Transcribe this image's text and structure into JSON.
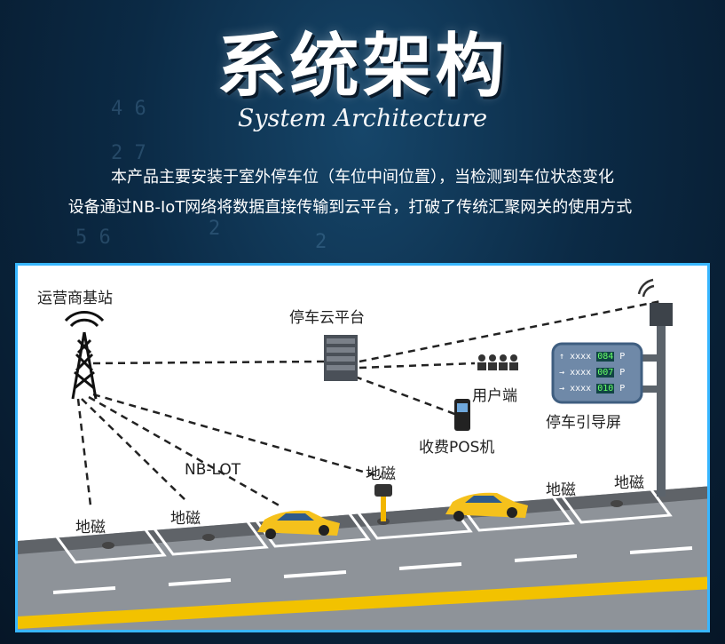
{
  "header": {
    "title": "系统架构",
    "subtitle": "System Architecture",
    "desc_line1": "本产品主要安装于室外停车位（车位中间位置），当检测到车位状态变化",
    "desc_line2": "设备通过NB-IoT网络将数据直接传输到云平台，打破了传统汇聚网关的使用方式"
  },
  "diagram": {
    "base_station": "运营商基站",
    "cloud": "停车云平台",
    "users": "用户端",
    "pos": "收费POS机",
    "guide_screen": "停车引导屏",
    "nbiot": "NB-LOT",
    "sensor_labels": [
      "地磁",
      "地磁",
      "地磁",
      "地磁",
      "地磁"
    ],
    "screen_rows": [
      {
        "arrow": "↑",
        "text": "xxxx",
        "num": "084",
        "p": "P"
      },
      {
        "arrow": "→",
        "text": "xxxx",
        "num": "007",
        "p": "P"
      },
      {
        "arrow": "→",
        "text": "xxxx",
        "num": "010",
        "p": "P"
      }
    ]
  }
}
